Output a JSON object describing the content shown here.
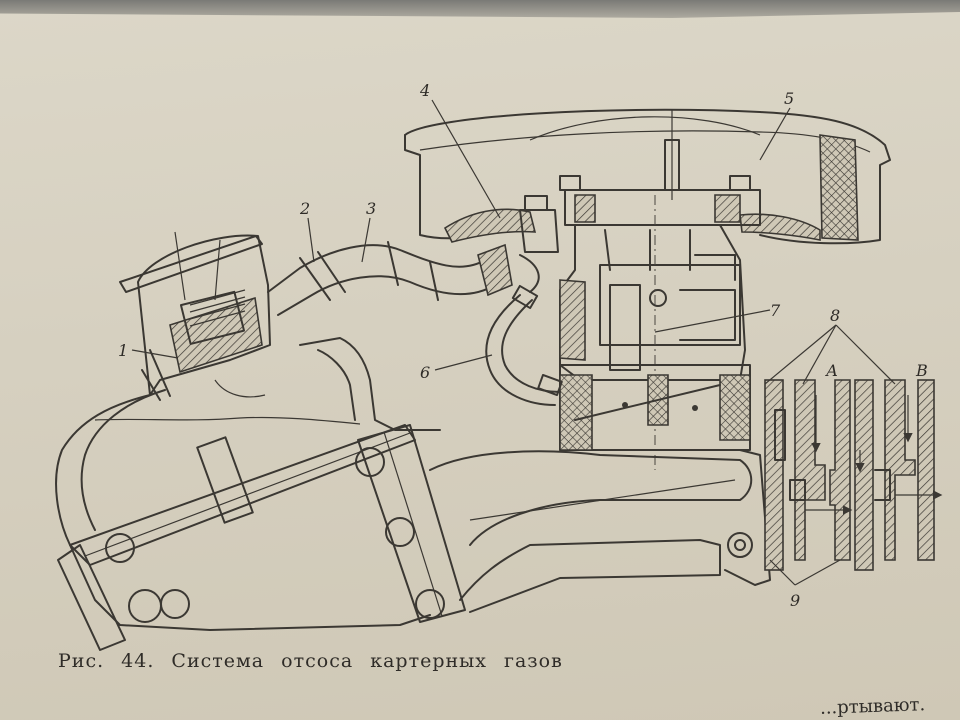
{
  "figure": {
    "caption": "Рис.  44.  Система  отсоса  картерных  газов",
    "bottom_fragment": "...ртывают.",
    "callouts": {
      "c1": "1",
      "c2": "2",
      "c3": "3",
      "c4": "4",
      "c5": "5",
      "c6": "6",
      "c7": "7",
      "c8": "8",
      "c9": "9",
      "cA": "А",
      "cB": "В"
    }
  }
}
